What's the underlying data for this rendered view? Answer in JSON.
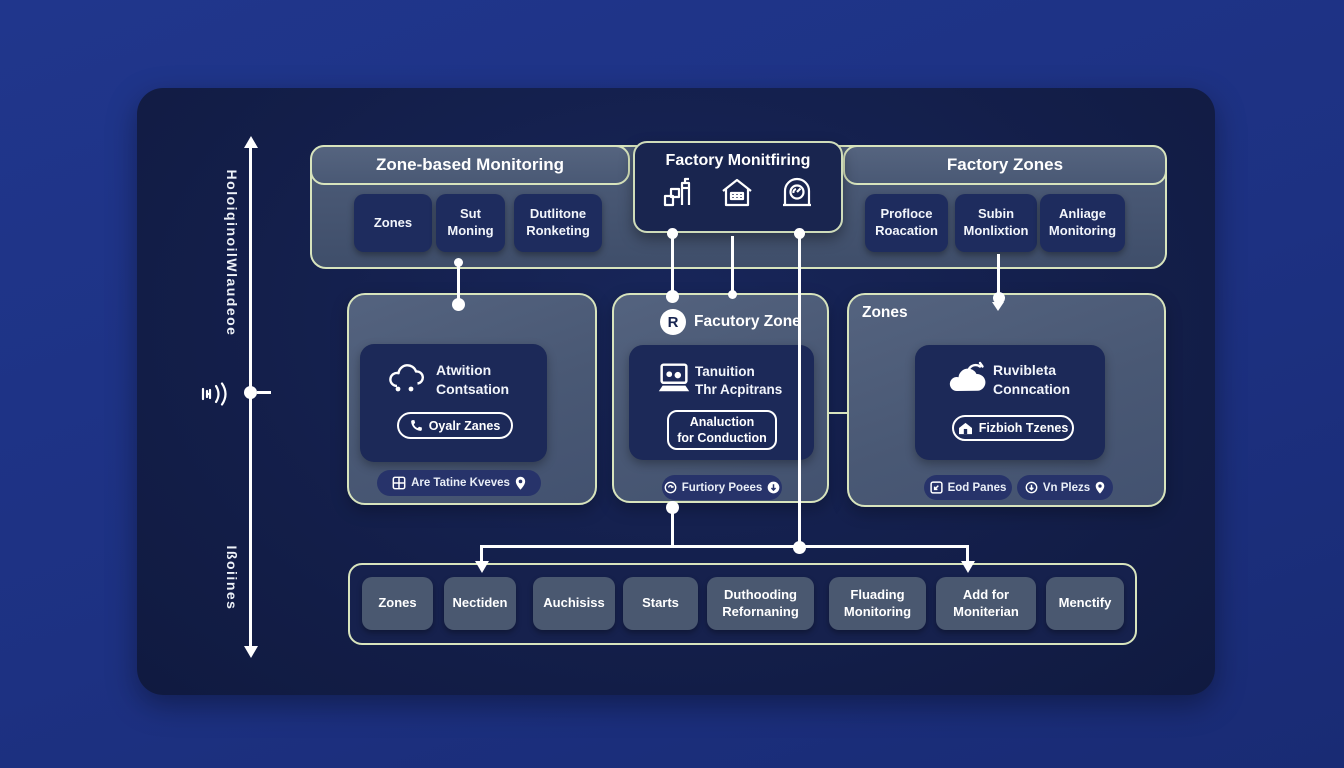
{
  "axis": {
    "label_top": "HoloiqinoilWlaudeoe",
    "label_bottom": "Ißoiines"
  },
  "top_section": {
    "left_header": "Zone-based Monitoring",
    "center_header": "Factory Monitfiring",
    "right_header": "Factory Zones",
    "left_buttons": [
      {
        "line1": "Zones",
        "line2": ""
      },
      {
        "line1": "Sut",
        "line2": "Moning"
      },
      {
        "line1": "Dutlitone",
        "line2": "Ronketing"
      }
    ],
    "right_buttons": [
      {
        "line1": "Profloce",
        "line2": "Roacation"
      },
      {
        "line1": "Subin",
        "line2": "Monlixtion"
      },
      {
        "line1": "Anliage",
        "line2": "Monitoring"
      }
    ]
  },
  "panels": {
    "left": {
      "card_title_line1": "Atwition",
      "card_title_line2": "Contsation",
      "pill_label": "Oyalr Zanes",
      "footer_label": "Are Tatine Kveves"
    },
    "middle": {
      "badge": "R",
      "header": "Facutory Zone",
      "card_title_line1": "Tanuition",
      "card_title_line2": "Thr Acpitrans",
      "button_line1": "Analuction",
      "button_line2": "for Conduction",
      "footer_label": "Furtiory Poees"
    },
    "right": {
      "title": "Zones",
      "card_title_line1": "Ruvibleta",
      "card_title_line2": "Conncation",
      "pill_label": "Fizbioh Tzenes",
      "footer_left_label": "Eod Panes",
      "footer_right_label": "Vn Plezs"
    }
  },
  "bottom_section": {
    "buttons": [
      {
        "line1": "Zones",
        "line2": ""
      },
      {
        "line1": "Nectiden",
        "line2": ""
      },
      {
        "line1": "Auchisiss",
        "line2": ""
      },
      {
        "line1": "Starts",
        "line2": ""
      },
      {
        "line1": "Duthooding",
        "line2": "Refornaning"
      },
      {
        "line1": "Fluading",
        "line2": "Monitoring"
      },
      {
        "line1": "Add for",
        "line2": "Moniterian"
      },
      {
        "line1": "Menctify",
        "line2": ""
      }
    ]
  }
}
